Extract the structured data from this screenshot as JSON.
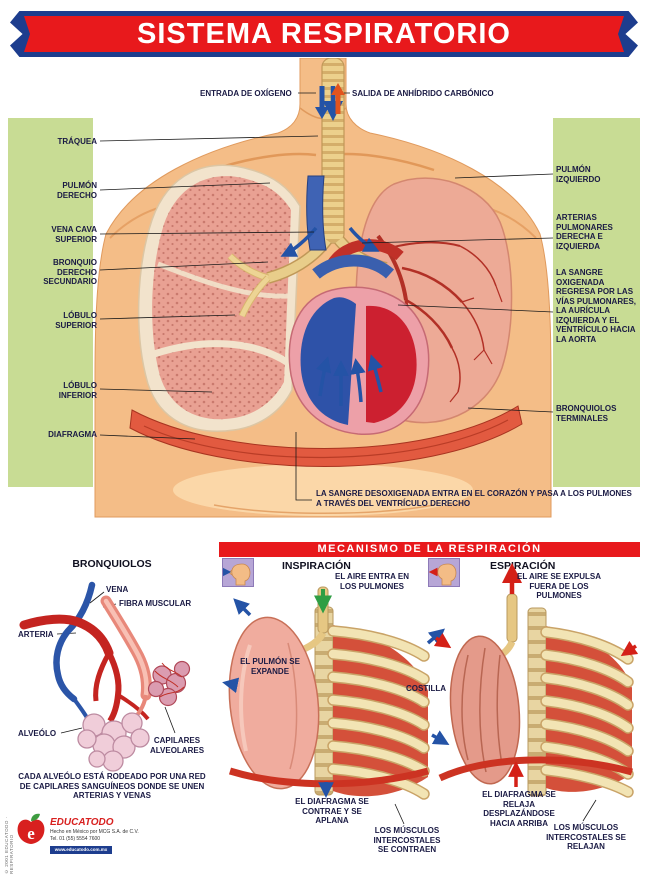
{
  "header": {
    "title": "SISTEMA RESPIRATORIO"
  },
  "main_diagram": {
    "top": {
      "entrada_oxigeno": "ENTRADA DE OXÍGENO",
      "salida_anhidrido": "SALIDA DE ANHÍDRIDO CARBÓNICO"
    },
    "left": {
      "traquea": "TRÁQUEA",
      "pulmon_derecho": "PULMÓN DERECHO",
      "vena_cava_superior": "VENA CAVA SUPERIOR",
      "bronquio_derecho_secundario": "BRONQUIO DERECHO SECUNDARIO",
      "lobulo_superior": "LÓBULO SUPERIOR",
      "lobulo_inferior": "LÓBULO INFERIOR",
      "diafragma": "DIAFRAGMA"
    },
    "right": {
      "pulmon_izquierdo": "PULMÓN IZQUIERDO",
      "arterias_pulmonares": "ARTERIAS PULMONARES DERECHA E IZQUIERDA",
      "sangre_oxigenada": "LA SANGRE OXIGENADA REGRESA POR LAS VÍAS PULMONARES, LA AURÍCULA IZQUIERDA Y EL VENTRÍCULO HACIA LA AORTA",
      "bronquiolos_terminales": "BRONQUIOLOS TERMINALES"
    },
    "bottom": {
      "sangre_desoxigenada": "LA SANGRE DESOXIGENADA ENTRA EN EL CORAZÓN Y PASA A LOS PULMONES A TRAVÉS DEL VENTRÍCULO DERECHO"
    }
  },
  "bronquiolos": {
    "title": "BRONQUIOLOS",
    "labels": {
      "vena": "VENA",
      "fibra_muscular": "FIBRA MUSCULAR",
      "arteria": "ARTERIA",
      "alveolo": "ALVEÓLO",
      "capilares_alveolares": "CAPILARES ALVEOLARES"
    },
    "caption": "CADA ALVEÓLO ESTÁ RODEADO POR UNA RED DE CAPILARES SANGUÍNEOS DONDE SE UNEN ARTERIAS Y VENAS"
  },
  "mecanismo": {
    "title": "MECANISMO DE LA RESPIRACIÓN",
    "inspiracion": {
      "title": "INSPIRACIÓN",
      "aire_entra": "EL AIRE ENTRA EN LOS PULMONES",
      "pulmon_expande": "EL PULMÓN SE EXPANDE",
      "costilla": "COSTILLA",
      "diafragma_contrae": "EL DIAFRAGMA SE CONTRAE Y SE APLANA",
      "musculos_contraen": "LOS MÚSCULOS INTERCOSTALES SE CONTRAEN"
    },
    "espiracion": {
      "title": "ESPIRACIÓN",
      "aire_expulsa": "EL AIRE SE EXPULSA FUERA DE LOS PULMONES",
      "diafragma_relaja": "EL DIAFRAGMA SE RELAJA DESPLAZÁNDOSE HACIA ARRIBA",
      "musculos_relajan": "LOS MÚSCULOS INTERCOSTALES SE RELAJAN"
    }
  },
  "footer": {
    "brand": "EDUCATODO",
    "logo_letter": "e",
    "made_in": "Hecho en México por MCG S.A. de C.V.",
    "tel": "Tel. 01 (55) 5554 7600",
    "website": "www.educatodo.com.mx",
    "side_text": "© 2001 EDUCATODO · RESPIRATORIO"
  },
  "colors": {
    "banner_red": "#e8191c",
    "banner_blue": "#1d3d8e",
    "panel_green": "#c8dc94",
    "arrow_blue": "#2453a6",
    "arrow_red": "#d42017",
    "skin": "#f4bd87"
  }
}
